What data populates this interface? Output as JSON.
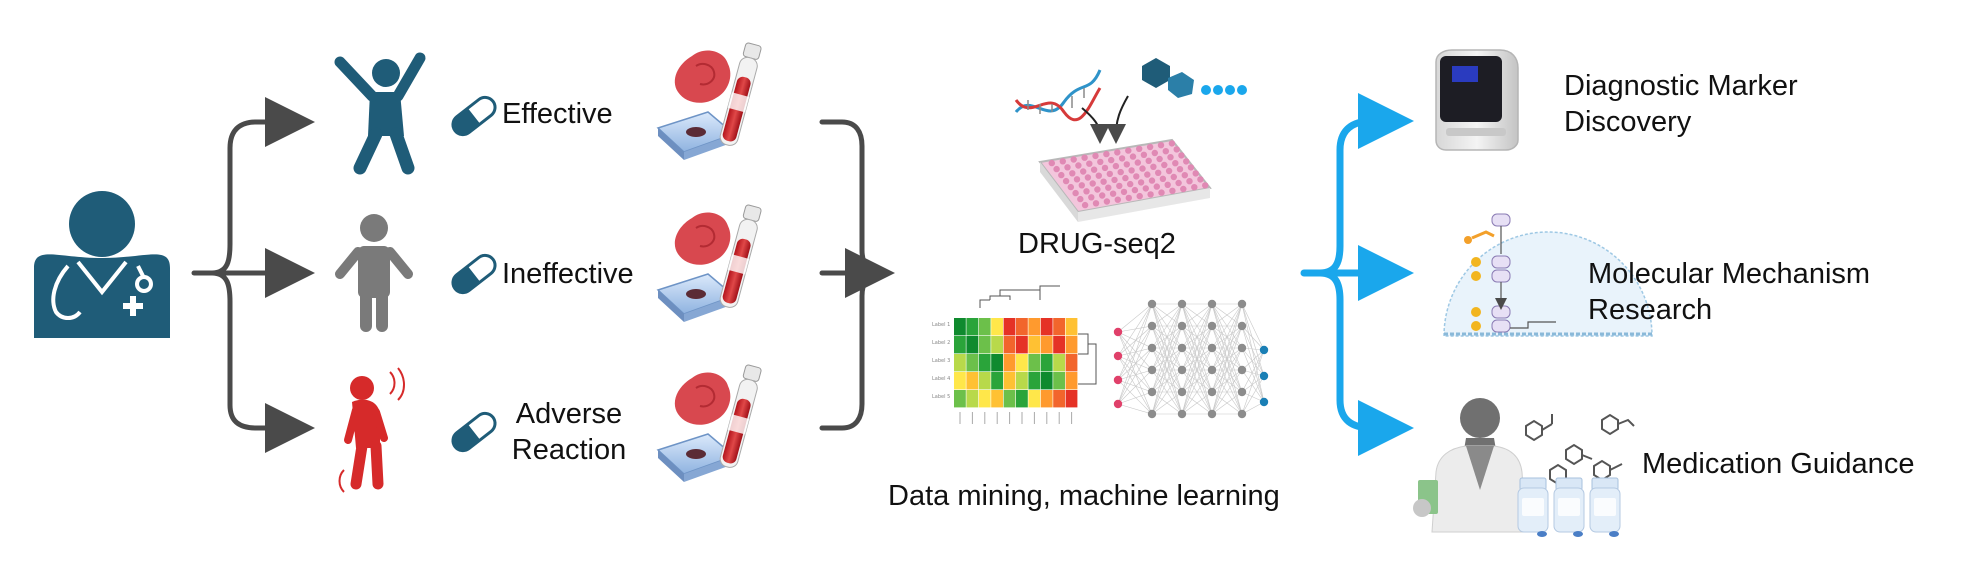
{
  "outcomes": {
    "effective": "Effective",
    "ineffective": "Ineffective",
    "adverse_line1": "Adverse",
    "adverse_line2": "Reaction"
  },
  "methods": {
    "drugseq": "DRUG-seq2",
    "mining": "Data mining, machine learning"
  },
  "applications": {
    "diagnostic_line1": "Diagnostic Marker",
    "diagnostic_line2": "Discovery",
    "molecular_line1": "Molecular Mechanism",
    "molecular_line2": "Research",
    "medication": "Medication Guidance"
  },
  "colors": {
    "doctor": "#1f5c78",
    "effective_person": "#1f5c78",
    "ineffective_person": "#7a7a7a",
    "adverse_person": "#d62a2a",
    "flow_arrow": "#4a4a4a",
    "output_arrow": "#1aa7ec",
    "capsule": "#1f5c78"
  },
  "icons": [
    "doctor-icon",
    "capsule-icon",
    "person-effective-icon",
    "person-ineffective-icon",
    "person-adverse-icon",
    "tissue-sample-icon",
    "tissue-slide-icon",
    "blood-tube-icon",
    "dna-icon",
    "compound-icon",
    "well-plate-icon",
    "heatmap-icon",
    "neural-network-icon",
    "sequencer-icon",
    "pathway-icon",
    "scientist-icon",
    "molecules-icon",
    "medicine-bottles-icon"
  ]
}
